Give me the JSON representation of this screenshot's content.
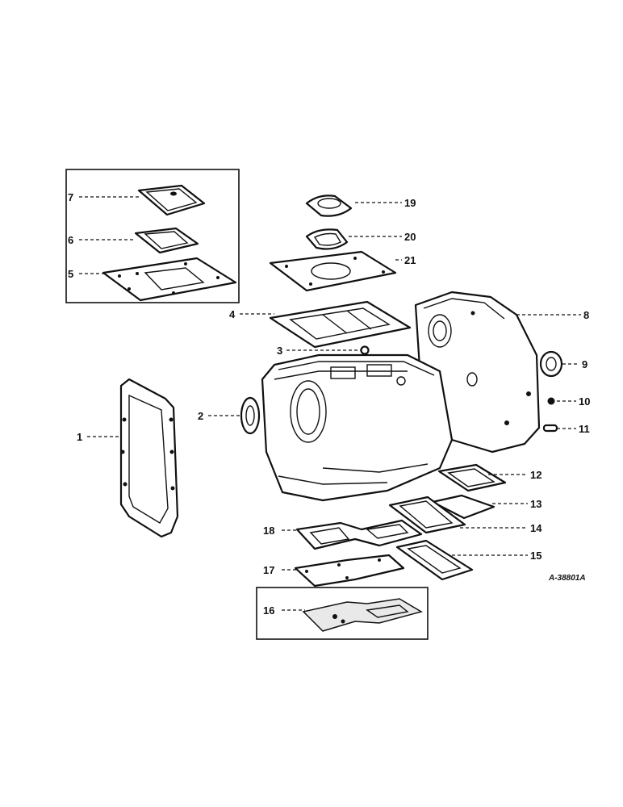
{
  "figure_code": "A-38801A",
  "callouts": {
    "c1": "1",
    "c2": "2",
    "c3": "3",
    "c4": "4",
    "c5": "5",
    "c6": "6",
    "c7": "7",
    "c8": "8",
    "c9": "9",
    "c10": "10",
    "c11": "11",
    "c12": "12",
    "c13": "13",
    "c14": "14",
    "c15": "15",
    "c16": "16",
    "c17": "17",
    "c18": "18",
    "c19": "19",
    "c20": "20",
    "c21": "21"
  },
  "colors": {
    "ink": "#111111",
    "paper": "#ffffff"
  }
}
